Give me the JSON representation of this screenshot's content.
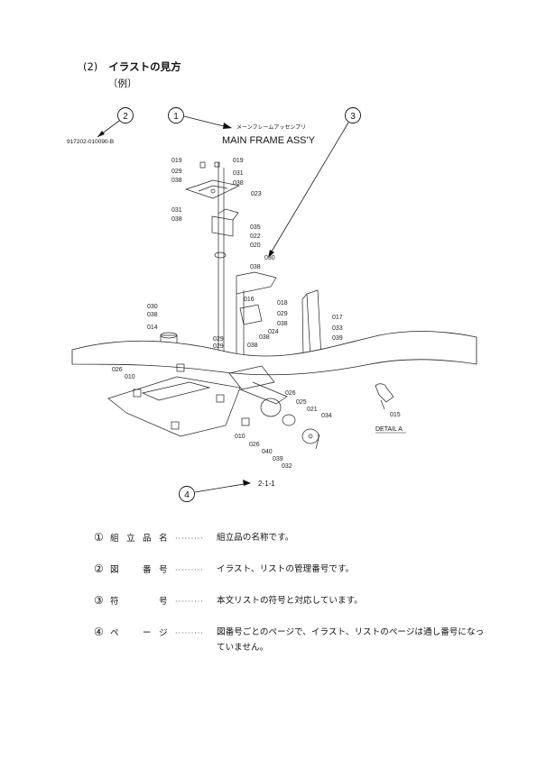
{
  "heading": {
    "number": "(2)",
    "title": "イラストの見方"
  },
  "example_label": "〔例〕",
  "figure": {
    "drawing_number": "917202-010090-B",
    "assembly_name_jp": "メーンフレームアッセンブリ",
    "assembly_name_en": "MAIN FRAME ASS'Y",
    "page_ref": "2-1-1",
    "detail_label": "DETAIL A",
    "callouts": [
      "1",
      "2",
      "3",
      "4"
    ],
    "part_numbers": [
      "019",
      "019",
      "029",
      "031",
      "038",
      "038",
      "023",
      "031",
      "038",
      "035",
      "022",
      "020",
      "030",
      "038",
      "016",
      "018",
      "029",
      "038",
      "017",
      "033",
      "039",
      "030",
      "038",
      "014",
      "029",
      "038",
      "024",
      "038",
      "029",
      "026",
      "010",
      "026",
      "025",
      "021",
      "034",
      "010",
      "026",
      "040",
      "039",
      "032",
      "015"
    ]
  },
  "legend": [
    {
      "mark": "①",
      "term": [
        "組",
        "立",
        "品",
        "名"
      ],
      "dots": "·········",
      "desc": "組立品の名称です。"
    },
    {
      "mark": "②",
      "term": [
        "図",
        "",
        "番",
        "号"
      ],
      "dots": "·········",
      "desc": "イラスト、リストの管理番号です。"
    },
    {
      "mark": "③",
      "term": [
        "符",
        "",
        "",
        "号"
      ],
      "dots": "·········",
      "desc": "本文リストの符号と対応しています。"
    },
    {
      "mark": "④",
      "term": [
        "ペ",
        "",
        "ー",
        "ジ"
      ],
      "dots": "·········",
      "desc": "図番号ごとのページで、イラスト、リストのページは通し番号になっていません。"
    }
  ]
}
